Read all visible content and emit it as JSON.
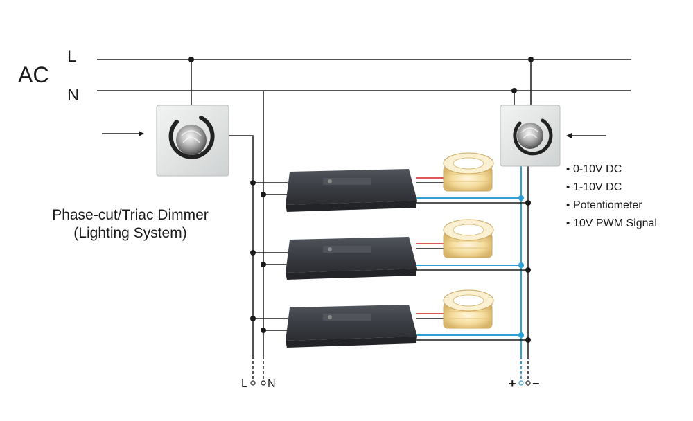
{
  "ac_label": "AC",
  "line_l": "L",
  "line_n": "N",
  "left_dimmer_caption": [
    "Phase-cut/Triac Dimmer",
    "(Lighting System)"
  ],
  "control_signals": [
    "0-10V DC",
    "1-10V DC",
    "Potentiometer",
    "10V PWM Signal"
  ],
  "bullet": "•",
  "bottom_terminals": {
    "l": "L",
    "n": "N",
    "plus": "+",
    "minus": "−"
  },
  "colors": {
    "wire": "#1a1a1a",
    "signal": "#2f9fd8",
    "led_positive": "#d42020",
    "driver_body": "#3b3e44",
    "led_warm": "#f4dc9c"
  },
  "icons": [
    "rotary-dimmer-knob-icon",
    "led-strip-reel-icon",
    "led-driver-icon"
  ]
}
